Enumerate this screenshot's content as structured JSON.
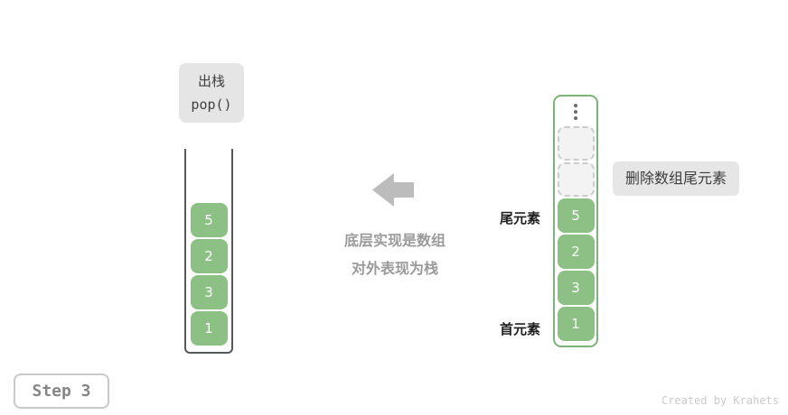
{
  "pop_label": {
    "line1": "出栈",
    "line2": "pop()"
  },
  "stack": {
    "values": [
      "5",
      "2",
      "3",
      "1"
    ]
  },
  "middle": {
    "arrow_icon": "arrow-left",
    "caption_line1": "底层实现是数组",
    "caption_line2": "对外表现为栈"
  },
  "array": {
    "ellipsis_icon": "vertical-ellipsis",
    "empty_slot_count": 2,
    "values": [
      "5",
      "2",
      "3",
      "1"
    ],
    "tail_label": "尾元素",
    "head_label": "首元素",
    "annotation": "删除数组尾元素"
  },
  "footer": {
    "step_label": "Step 3",
    "credit": "Created by Krahets"
  },
  "colors": {
    "cell_green": "#8cc084",
    "array_border_green": "#7eb27b",
    "stack_border_gray": "#55595c",
    "label_box_gray": "#e5e5e5",
    "caption_gray": "#9a9a9a",
    "arrow_gray": "#bcbcbc",
    "dashed_cell_bg": "#f3f3f3",
    "dashed_cell_border": "#cccccc",
    "step_text_gray": "#868686",
    "credit_gray": "#cbcbcb",
    "text_dark": "#3f3f3f"
  }
}
